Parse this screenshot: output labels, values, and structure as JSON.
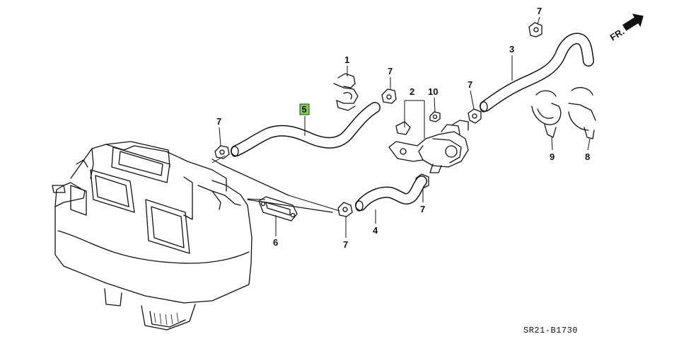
{
  "diagram": {
    "ref_code": "SR21-B1730",
    "direction_label": "FR.",
    "highlight_color": "#7fd05a",
    "callouts": {
      "c1": "1",
      "c2": "2",
      "c3": "3",
      "c4": "4",
      "c5": "5",
      "c6": "6",
      "c7a": "7",
      "c7b": "7",
      "c7c": "7",
      "c7d": "7",
      "c7e": "7",
      "c7f": "7",
      "c8": "8",
      "c9": "9",
      "c10": "10"
    }
  }
}
